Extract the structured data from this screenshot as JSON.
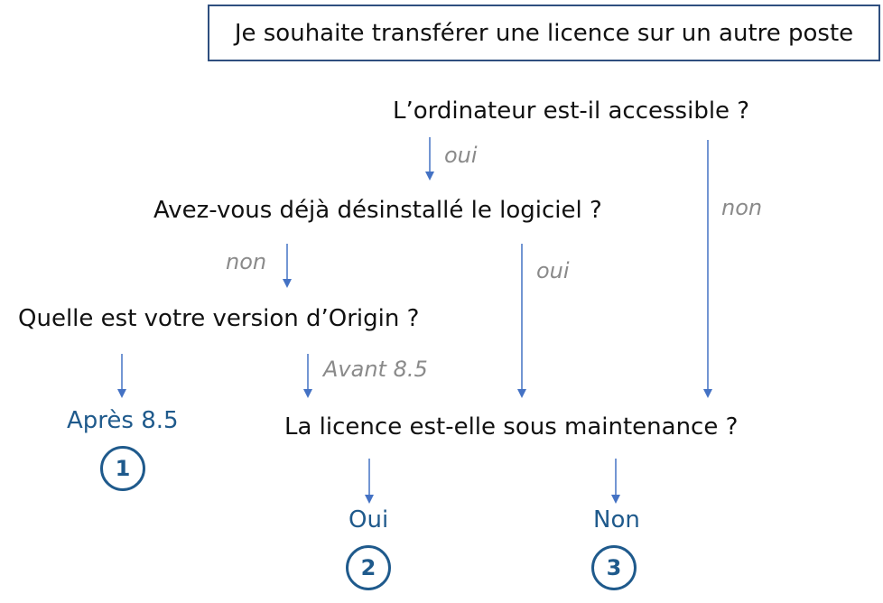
{
  "title": "Je souhaite transférer une licence sur un autre poste",
  "questions": {
    "q1": "L’ordinateur est-il accessible ?",
    "q2": "Avez-vous déjà désinstallé le logiciel ?",
    "q3": "Quelle est votre version d’Origin ?",
    "q4": "La licence est-elle sous maintenance ?"
  },
  "edge_labels": {
    "q1_yes": "oui",
    "q1_no": "non",
    "q2_no": "non",
    "q2_yes": "oui",
    "q3_before": "Avant 8.5"
  },
  "results": {
    "after_label": "Après 8.5",
    "after_number": "1",
    "yes_label": "Oui",
    "yes_number": "2",
    "no_label": "Non",
    "no_number": "3"
  },
  "colors": {
    "arrow": "#4472c4",
    "result": "#1f5a8c",
    "edge_label": "#8a8a8a",
    "box_border": "#2f4f7f"
  }
}
